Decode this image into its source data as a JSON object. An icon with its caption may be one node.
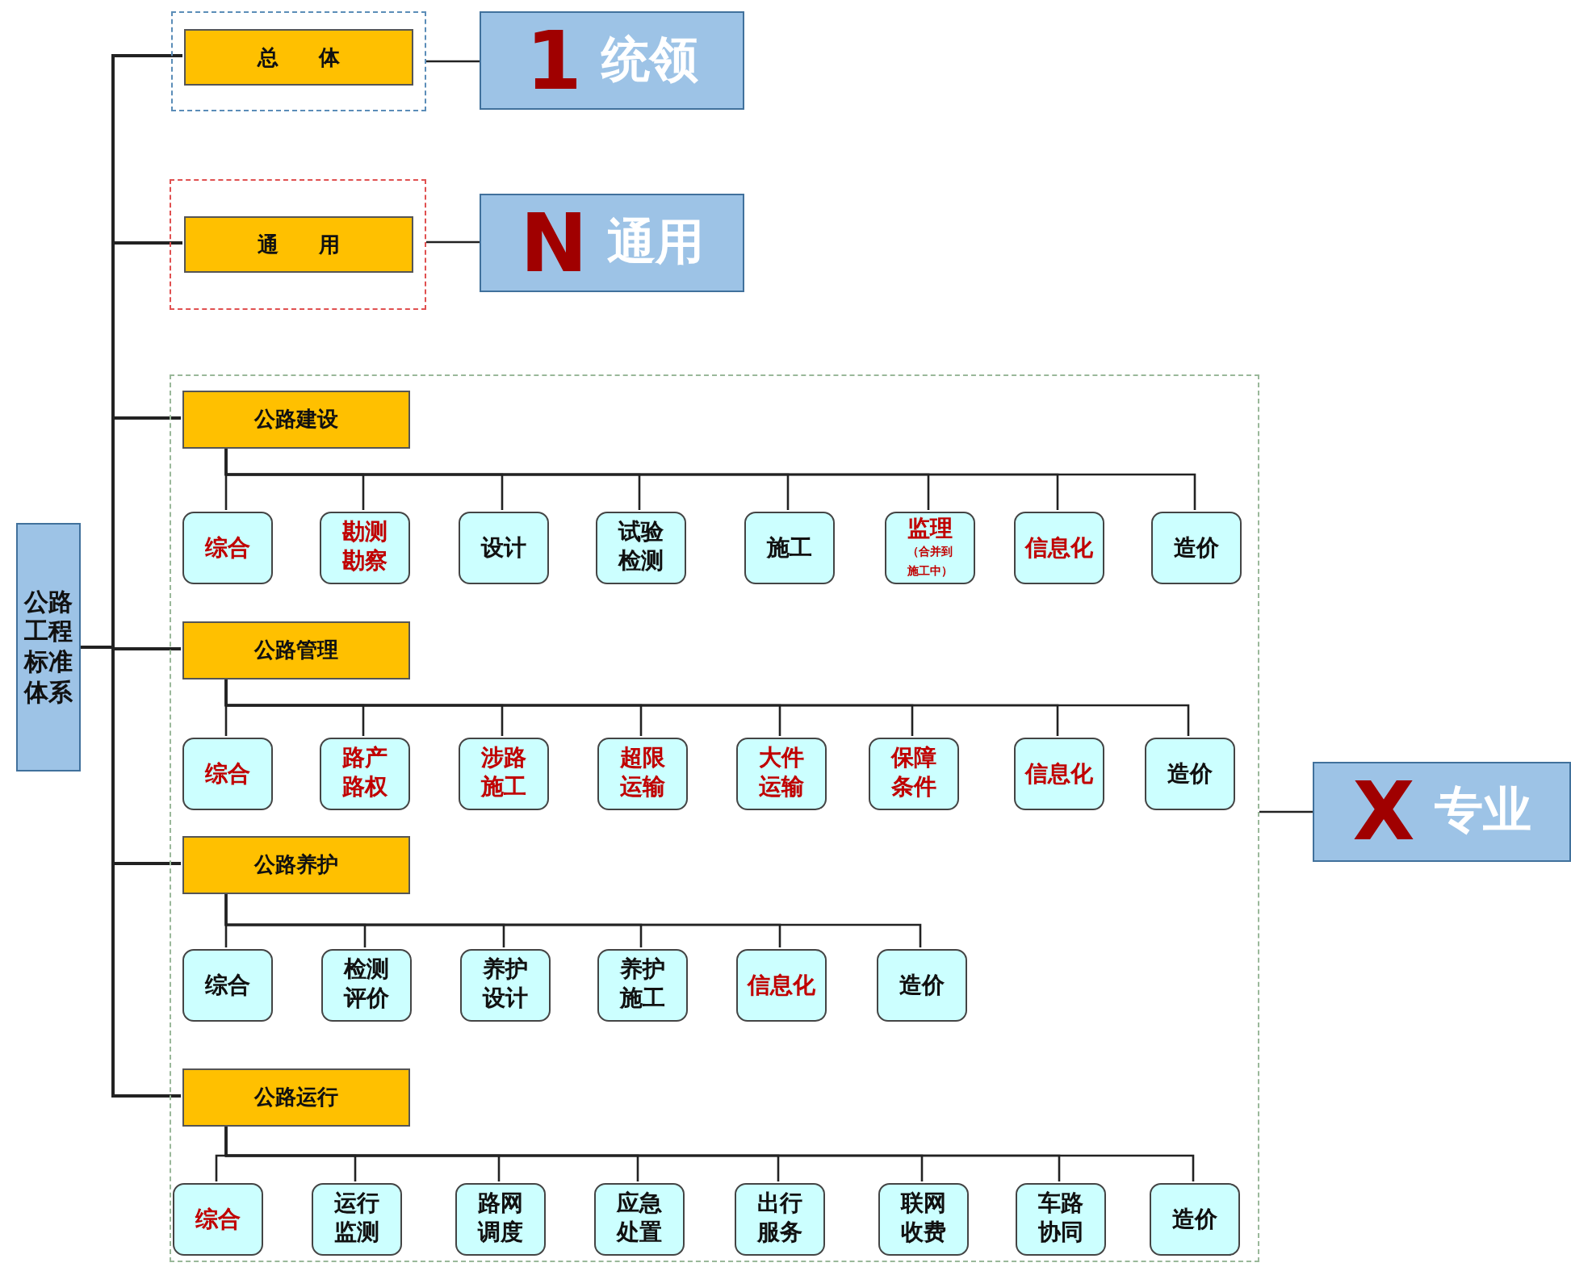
{
  "diagram": {
    "nodes": [
      {
        "text": [
          "公路工程标准体系"
        ]
      },
      {
        "text": [],
        "shape": "box"
      },
      {
        "text": [
          "总体"
        ],
        "in": 1
      },
      {
        "text": [],
        "shape": "box"
      },
      {
        "text": [
          "通用"
        ],
        "in": 3
      },
      {
        "text": [],
        "shape": "box"
      },
      {
        "text": [
          "公路建设"
        ],
        "in": 5
      },
      {
        "text": [
          "综合"
        ],
        "in": 5
      },
      {
        "text": [
          "勘测勘察"
        ],
        "in": 5
      },
      {
        "text": [
          "设计"
        ],
        "in": 5
      },
      {
        "text": [
          "试验检测"
        ],
        "in": 5
      },
      {
        "text": [
          "施工"
        ],
        "in": 5
      },
      {
        "text": [
          "监理",
          "（合并到施工中）"
        ],
        "in": 5
      },
      {
        "text": [
          "信息化"
        ],
        "in": 5
      },
      {
        "text": [
          "造价"
        ],
        "in": 5
      },
      {
        "text": [
          "公路管理"
        ],
        "in": 5
      },
      {
        "text": [
          "综合"
        ],
        "in": 5
      },
      {
        "text": [
          "路产路权"
        ],
        "in": 5
      },
      {
        "text": [
          "涉路施工"
        ],
        "in": 5
      },
      {
        "text": [
          "超限运输"
        ],
        "in": 5
      },
      {
        "text": [
          "大件运输"
        ],
        "in": 5
      },
      {
        "text": [
          "保障条件"
        ],
        "in": 5
      },
      {
        "text": [
          "信息化"
        ],
        "in": 5
      },
      {
        "text": [
          "造价"
        ],
        "in": 5
      },
      {
        "text": [
          "公路养护"
        ],
        "in": 5
      },
      {
        "text": [
          "综合"
        ],
        "in": 5
      },
      {
        "text": [
          "检测评价"
        ],
        "in": 5
      },
      {
        "text": [
          "养护设计"
        ],
        "in": 5
      },
      {
        "text": [
          "养护施工"
        ],
        "in": 5
      },
      {
        "text": [
          "信息化"
        ],
        "in": 5
      },
      {
        "text": [
          "造价"
        ],
        "in": 5
      },
      {
        "text": [
          "公路运行"
        ],
        "in": 5
      },
      {
        "text": [
          "综合"
        ],
        "in": 5
      },
      {
        "text": [
          "运行监测"
        ],
        "in": 5
      },
      {
        "text": [
          "路网调度"
        ],
        "in": 5
      },
      {
        "text": [
          "应急处置"
        ],
        "in": 5
      },
      {
        "text": [
          "出行服务"
        ],
        "in": 5
      },
      {
        "text": [
          "联网收费"
        ],
        "in": 5
      },
      {
        "text": [
          "车路协同"
        ],
        "in": 5
      },
      {
        "text": [
          "造价"
        ],
        "in": 5
      },
      {
        "text": [
          "1",
          "统领"
        ]
      },
      {
        "text": [
          "N",
          "通用"
        ]
      },
      {
        "text": [
          "X",
          "专业"
        ]
      }
    ],
    "edges": [
      {
        "from": 0,
        "to": 2,
        "arrow": "none"
      },
      {
        "from": 0,
        "to": 4,
        "arrow": "none"
      },
      {
        "from": 0,
        "to": 6,
        "arrow": "none"
      },
      {
        "from": 0,
        "to": 15,
        "arrow": "none"
      },
      {
        "from": 0,
        "to": 24,
        "arrow": "none"
      },
      {
        "from": 0,
        "to": 31,
        "arrow": "none"
      },
      {
        "from": 1,
        "to": 40,
        "arrow": "none"
      },
      {
        "from": 3,
        "to": 41,
        "arrow": "none"
      },
      {
        "from": 5,
        "to": 42,
        "arrow": "none"
      },
      {
        "from": 6,
        "to": 7,
        "arrow": "none"
      },
      {
        "from": 6,
        "to": 8,
        "arrow": "none"
      },
      {
        "from": 6,
        "to": 9,
        "arrow": "none"
      },
      {
        "from": 6,
        "to": 10,
        "arrow": "none"
      },
      {
        "from": 6,
        "to": 11,
        "arrow": "none"
      },
      {
        "from": 6,
        "to": 12,
        "arrow": "none"
      },
      {
        "from": 6,
        "to": 13,
        "arrow": "none"
      },
      {
        "from": 6,
        "to": 14,
        "arrow": "none"
      },
      {
        "from": 15,
        "to": 16,
        "arrow": "none"
      },
      {
        "from": 15,
        "to": 17,
        "arrow": "none"
      },
      {
        "from": 15,
        "to": 18,
        "arrow": "none"
      },
      {
        "from": 15,
        "to": 19,
        "arrow": "none"
      },
      {
        "from": 15,
        "to": 20,
        "arrow": "none"
      },
      {
        "from": 15,
        "to": 21,
        "arrow": "none"
      },
      {
        "from": 15,
        "to": 22,
        "arrow": "none"
      },
      {
        "from": 15,
        "to": 23,
        "arrow": "none"
      },
      {
        "from": 24,
        "to": 25,
        "arrow": "none"
      },
      {
        "from": 24,
        "to": 26,
        "arrow": "none"
      },
      {
        "from": 24,
        "to": 27,
        "arrow": "none"
      },
      {
        "from": 24,
        "to": 28,
        "arrow": "none"
      },
      {
        "from": 24,
        "to": 29,
        "arrow": "none"
      },
      {
        "from": 24,
        "to": 30,
        "arrow": "none"
      },
      {
        "from": 31,
        "to": 32,
        "arrow": "none"
      },
      {
        "from": 31,
        "to": 33,
        "arrow": "none"
      },
      {
        "from": 31,
        "to": 34,
        "arrow": "none"
      },
      {
        "from": 31,
        "to": 35,
        "arrow": "none"
      },
      {
        "from": 31,
        "to": 36,
        "arrow": "none"
      },
      {
        "from": 31,
        "to": 37,
        "arrow": "none"
      },
      {
        "from": 31,
        "to": 38,
        "arrow": "none"
      },
      {
        "from": 31,
        "to": 39,
        "arrow": "none"
      }
    ]
  }
}
